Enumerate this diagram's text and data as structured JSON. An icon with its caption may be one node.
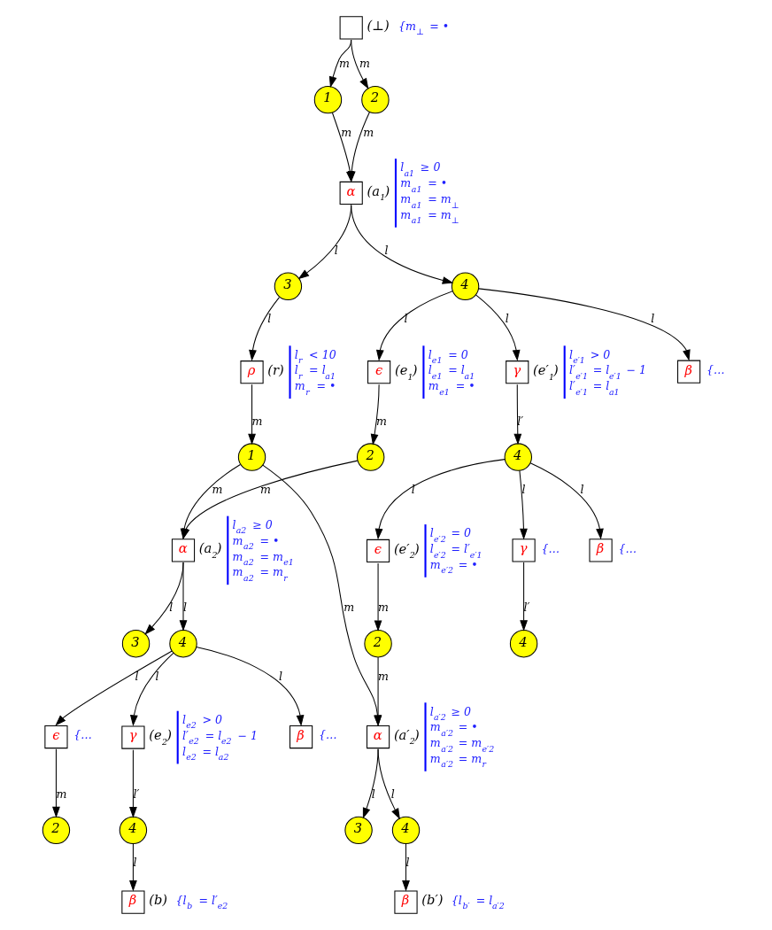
{
  "diagram": {
    "nodes": [
      {
        "text": [
          "(⊥)"
        ],
        "beside": [
          "{m$_{⊥}$ = •"
        ]
      },
      {
        "text": [
          "1"
        ]
      },
      {
        "text": [
          "2"
        ]
      },
      {
        "text": [
          "α",
          "(a$_{1}$)"
        ],
        "beside": [
          "l$_{a1}$ ≥ 0",
          "m$_{a1}$ = •",
          "m$_{a1}$ = m$_{⊥}$",
          "m$_{a1}$ = m$_{⊥}$"
        ]
      },
      {
        "text": [
          "3"
        ]
      },
      {
        "text": [
          "4"
        ]
      },
      {
        "text": [
          "ρ",
          "(r)"
        ],
        "beside": [
          "l$_{r}$ < 10",
          "l$_{r}$ = l$_{a1}$",
          "m$_{r}$ = •"
        ]
      },
      {
        "text": [
          "ϵ",
          "(e$_{1}$)"
        ],
        "beside": [
          "l$_{e1}$ = 0",
          "l$_{e1}$ = l$_{a1}$",
          "m$_{e1}$ = •"
        ]
      },
      {
        "text": [
          "γ",
          "(e′$_{1}$)"
        ],
        "beside": [
          "l$_{e′1}$ > 0",
          "l′$_{e′1}$ = l$_{e′1}$ − 1",
          "l′$_{e′1}$ = l$_{a1}$"
        ]
      },
      {
        "text": [
          "β"
        ],
        "beside": [
          "{…"
        ]
      },
      {
        "text": [
          "1"
        ]
      },
      {
        "text": [
          "2"
        ]
      },
      {
        "text": [
          "4"
        ]
      },
      {
        "text": [
          "α",
          "(a$_{2}$)"
        ],
        "beside": [
          "l$_{a2}$ ≥ 0",
          "m$_{a2}$ = •",
          "m$_{a2}$ = m$_{e1}$",
          "m$_{a2}$ = m$_{r}$"
        ]
      },
      {
        "text": [
          "ϵ",
          "(e′$_{2}$)"
        ],
        "beside": [
          "l$_{e′2}$ = 0",
          "l$_{e′2}$ = l′$_{e′1}$",
          "m$_{e′2}$ = •"
        ]
      },
      {
        "text": [
          "γ"
        ],
        "beside": [
          "{…"
        ]
      },
      {
        "text": [
          "β"
        ],
        "beside": [
          "{…"
        ]
      },
      {
        "text": [
          "3"
        ]
      },
      {
        "text": [
          "4"
        ]
      },
      {
        "text": [
          "4"
        ]
      },
      {
        "text": [
          "2"
        ]
      },
      {
        "text": [
          "ϵ"
        ],
        "beside": [
          "{…"
        ]
      },
      {
        "text": [
          "γ",
          "(e$_{2}$)"
        ],
        "beside": [
          "l$_{e2}$ > 0",
          "l′$_{e2}$ = l$_{e2}$ − 1",
          "l$_{e2}$ = l$_{a2}$"
        ]
      },
      {
        "text": [
          "β"
        ],
        "beside": [
          "{…"
        ]
      },
      {
        "text": [
          "α",
          "(a′$_{2}$)"
        ],
        "beside": [
          "l$_{a′2}$ ≥ 0",
          "m$_{a′2}$ = •",
          "m$_{a′2}$ = m$_{e′2}$",
          "m$_{a′2}$ = m$_{r}$"
        ]
      },
      {
        "text": [
          "2"
        ]
      },
      {
        "text": [
          "4"
        ]
      },
      {
        "text": [
          "3"
        ]
      },
      {
        "text": [
          "4"
        ]
      },
      {
        "text": [
          "β",
          "(b)"
        ],
        "beside": [
          "{l$_{b}$ = l′$_{e2}$"
        ]
      },
      {
        "text": [
          "β",
          "(b′)"
        ],
        "beside": [
          "{l$_{b′}$ = l$_{a′2}$"
        ]
      }
    ],
    "edges": [
      {
        "from": 0,
        "to": 1,
        "arrow": "to",
        "label": "m"
      },
      {
        "from": 0,
        "to": 2,
        "arrow": "to",
        "label": "m"
      },
      {
        "from": 1,
        "to": 3,
        "arrow": "to",
        "label": "m"
      },
      {
        "from": 2,
        "to": 3,
        "arrow": "to",
        "label": "m"
      },
      {
        "from": 3,
        "to": 4,
        "arrow": "to",
        "label": "l"
      },
      {
        "from": 3,
        "to": 5,
        "arrow": "to",
        "label": "l"
      },
      {
        "from": 4,
        "to": 6,
        "arrow": "to",
        "label": "l"
      },
      {
        "from": 5,
        "to": 7,
        "arrow": "to",
        "label": "l"
      },
      {
        "from": 5,
        "to": 8,
        "arrow": "to",
        "label": "l"
      },
      {
        "from": 5,
        "to": 9,
        "arrow": "to",
        "label": "l"
      },
      {
        "from": 6,
        "to": 10,
        "arrow": "to",
        "label": "m"
      },
      {
        "from": 7,
        "to": 11,
        "arrow": "to",
        "label": "m"
      },
      {
        "from": 8,
        "to": 12,
        "arrow": "to",
        "label": "l′"
      },
      {
        "from": 10,
        "to": 13,
        "arrow": "to",
        "label": "m"
      },
      {
        "from": 11,
        "to": 13,
        "arrow": "to",
        "label": "m"
      },
      {
        "from": 10,
        "to": 24,
        "arrow": "to",
        "label": "m"
      },
      {
        "from": 12,
        "to": 14,
        "arrow": "to",
        "label": "l"
      },
      {
        "from": 12,
        "to": 15,
        "arrow": "to",
        "label": "l"
      },
      {
        "from": 12,
        "to": 16,
        "arrow": "to",
        "label": "l"
      },
      {
        "from": 13,
        "to": 17,
        "arrow": "to",
        "label": "l"
      },
      {
        "from": 13,
        "to": 18,
        "arrow": "to",
        "label": "l"
      },
      {
        "from": 14,
        "to": 20,
        "arrow": "to",
        "label": "m"
      },
      {
        "from": 15,
        "to": 19,
        "arrow": "to",
        "label": "l′"
      },
      {
        "from": 18,
        "to": 21,
        "arrow": "to",
        "label": "l"
      },
      {
        "from": 18,
        "to": 22,
        "arrow": "to",
        "label": "l"
      },
      {
        "from": 18,
        "to": 23,
        "arrow": "to",
        "label": "l"
      },
      {
        "from": 20,
        "to": 24,
        "arrow": "to",
        "label": "m"
      },
      {
        "from": 21,
        "to": 25,
        "arrow": "to",
        "label": "m"
      },
      {
        "from": 22,
        "to": 26,
        "arrow": "to",
        "label": "l′"
      },
      {
        "from": 24,
        "to": 27,
        "arrow": "to",
        "label": "l"
      },
      {
        "from": 24,
        "to": 28,
        "arrow": "to",
        "label": "l"
      },
      {
        "from": 26,
        "to": 29,
        "arrow": "to",
        "label": "l"
      },
      {
        "from": 28,
        "to": 30,
        "arrow": "to",
        "label": "l"
      }
    ]
  }
}
